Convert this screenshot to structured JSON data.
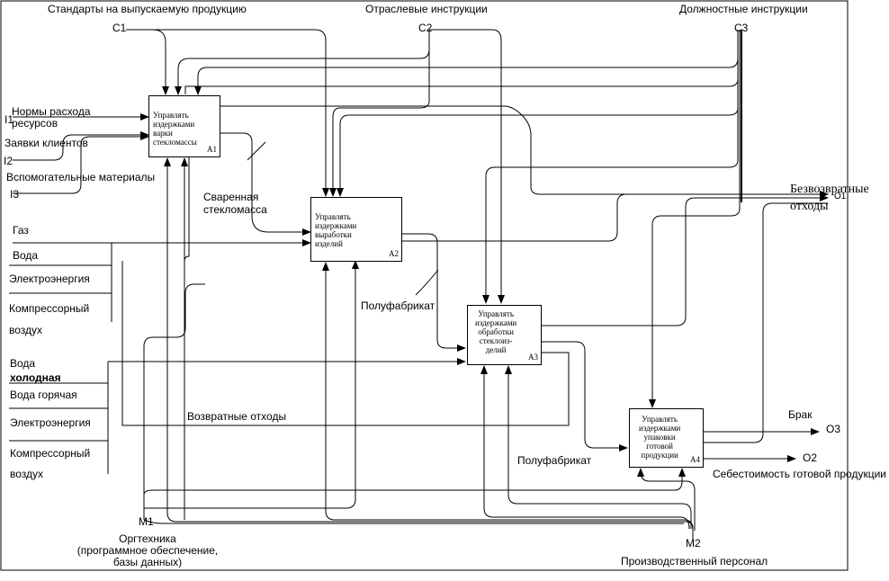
{
  "controls": {
    "c1_label": "Стандарты на выпускаемую продукцию",
    "c1_code": "C1",
    "c2_label": "Отраслевые инструкции",
    "c2_code": "C2",
    "c3_label": "Должностные инструкции",
    "c3_code": "C3"
  },
  "inputs": {
    "i1_code": "I1",
    "i1_label_line1": "Нормы расхода",
    "i1_label_line2": "ресурсов",
    "i2_code": "I2",
    "i2_label": "Заявки клиентов",
    "i3_code": "I3",
    "i3_label": "Вспомогательные материалы",
    "gas": "Газ",
    "water1": "Вода",
    "electricity1": "Электроэнергия",
    "compressed_air1_line1": "Компрессорный",
    "compressed_air1_line2": "воздух",
    "water_cold_line1": "Вода",
    "water_cold_line2": "холодная",
    "water_hot": "Вода горячая",
    "electricity2": "Электроэнергия",
    "compressed_air2_line1": "Компрессорный",
    "compressed_air2_line2": "воздух"
  },
  "boxes": [
    {
      "title": "Управлять\nиздержками\nварки\nстекломассы",
      "number": "A1"
    },
    {
      "title": "Управлять\nиздержками\nвыработки\nизделий",
      "number": "A2"
    },
    {
      "title": "Управлять\nиздержками\nобработки\nстеклоиз-\nделий",
      "number": "A3"
    },
    {
      "title": "Управлять\nиздержками\nупаковки\nготовой\nпродукции",
      "number": "A4"
    }
  ],
  "flows": {
    "welded_glass_line1": "Сваренная",
    "welded_glass_line2": "стекломасса",
    "semi_product_1": "Полуфабрикат",
    "semi_product_2": "Полуфабрикат",
    "returnable_waste": "Возвратные отходы"
  },
  "outputs": {
    "irrecoverable_line1": "Безвозвратные",
    "irrecoverable_line2": "отходы",
    "o1_code": "O1",
    "defect_label": "Брак",
    "o3_code": "O3",
    "o2_code": "O2",
    "cost_label": "Себестоимость готовой продукции"
  },
  "mechanisms": {
    "m1_code": "M1",
    "m1_line1": "Оргтехника",
    "m1_line2": "(программное обеспечение,",
    "m1_line3": "базы данных)",
    "m2_code": "M2",
    "m2_label": "Производственный персонал"
  }
}
